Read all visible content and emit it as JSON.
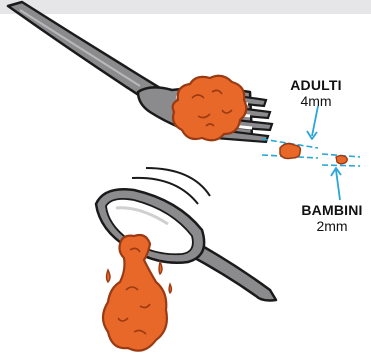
{
  "adult": {
    "title": "ADULTI",
    "value": "4mm"
  },
  "child": {
    "title": "BAMBINI",
    "value": "2mm"
  },
  "icons": [
    "fork-icon",
    "spoon-icon",
    "food-bite-icon",
    "dosage-marker-icon"
  ],
  "colors": {
    "background": "#ffffff",
    "cutlery_fill": "#8b8b8e",
    "cutlery_outline": "#1a1a1a",
    "food_fill": "#e8682a",
    "food_dark": "#9a3a12",
    "measure_line": "#2aa6d6",
    "label_text": "#111111"
  }
}
